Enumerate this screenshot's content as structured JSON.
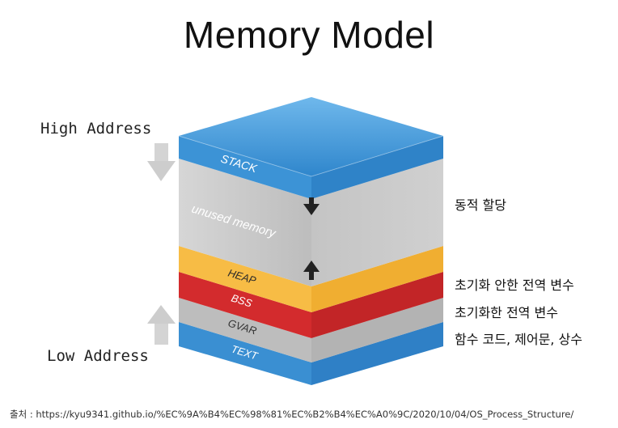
{
  "title": "Memory Model",
  "addresses": {
    "high": "High Address",
    "low": "Low Address"
  },
  "segments": {
    "stack": "STACK",
    "unused": "unused memory",
    "heap": "HEAP",
    "bss": "BSS",
    "gvar": "GVAR",
    "text": "TEXT"
  },
  "annotations": {
    "dynamic": "동적 할당",
    "uninit": "초기화 안한 전역 변수",
    "init": "초기화한 전역 변수",
    "code": "함수 코드, 제어문, 상수"
  },
  "source": "출처 : https://kyu9341.github.io/%EC%9A%B4%EC%98%81%EC%B2%B4%EC%A0%9C/2020/10/04/OS_Process_Structure/",
  "colors": {
    "stack": "#3c93d6",
    "unused": "#c8c8c8",
    "heap": "#f6b73c",
    "bss": "#cf2a2c",
    "gvar": "#b9b9b9",
    "text": "#3c93d6"
  }
}
